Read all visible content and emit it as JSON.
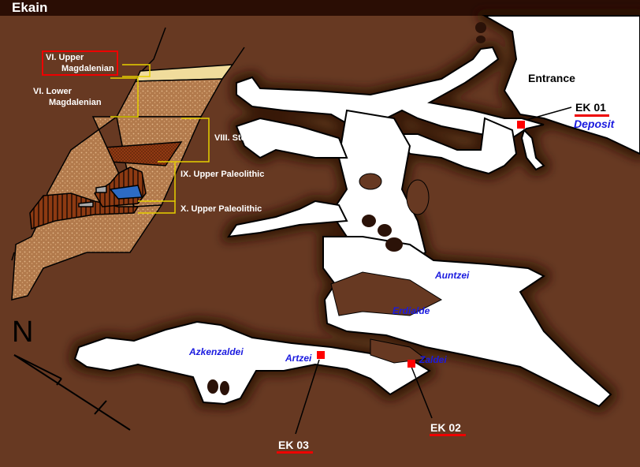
{
  "title": "Ekain",
  "strata": {
    "vi_upper": [
      "VI. Upper",
      "Magdalenian"
    ],
    "vi_lower": [
      "VI. Lower",
      "Magdalenian"
    ],
    "viii": "VIII. Sterile",
    "ix": "IX. Upper Paleolithic",
    "x": "X. Upper Paleolithic"
  },
  "north_label": "N",
  "places": {
    "entrance": "Entrance",
    "auntzei": "Auntzei",
    "erdialde": "Erdialde",
    "azkenzaldei": "Azkenzaldei",
    "artzei": "Artzei",
    "zaldei": "Zaldei"
  },
  "samples": {
    "ek01": {
      "label": "EK 01",
      "note": "Deposit"
    },
    "ek02": {
      "label": "EK 02"
    },
    "ek03": {
      "label": "EK 03"
    }
  },
  "colors": {
    "rock": "#673922",
    "cave": "#ffffff",
    "marker": "#ff0000",
    "blue_label": "#1a1adf"
  }
}
